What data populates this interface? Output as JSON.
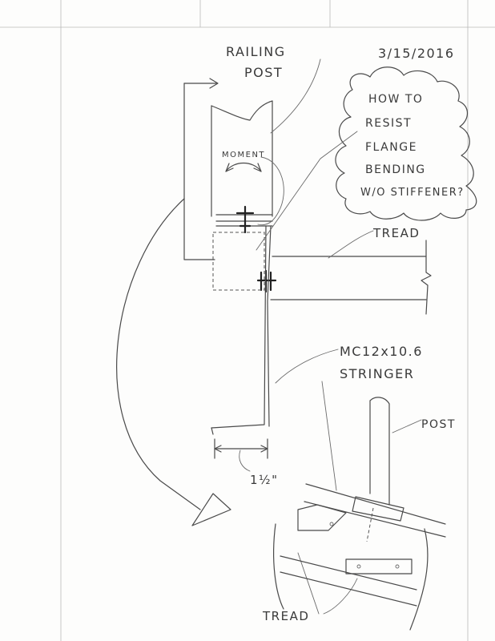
{
  "labels": {
    "railing_line1": "RAILING",
    "railing_line2": "POST",
    "date": "3/15/2016",
    "moment": "MOMENT",
    "question_line1": "HOW TO",
    "question_line2": "RESIST",
    "question_line3": "FLANGE",
    "question_line4": "BENDING",
    "question_line5": "W/O STIFFENER?",
    "tread_top": "TREAD",
    "stringer_line1": "MC12x10.6",
    "stringer_line2": "STRINGER",
    "dimension": "1½\"",
    "post_small": "POST",
    "tread_bottom": "TREAD"
  },
  "colors": {
    "ink": "#4a4a4a",
    "paper": "#fdfdfc",
    "ruled": "#b8b8b8"
  }
}
